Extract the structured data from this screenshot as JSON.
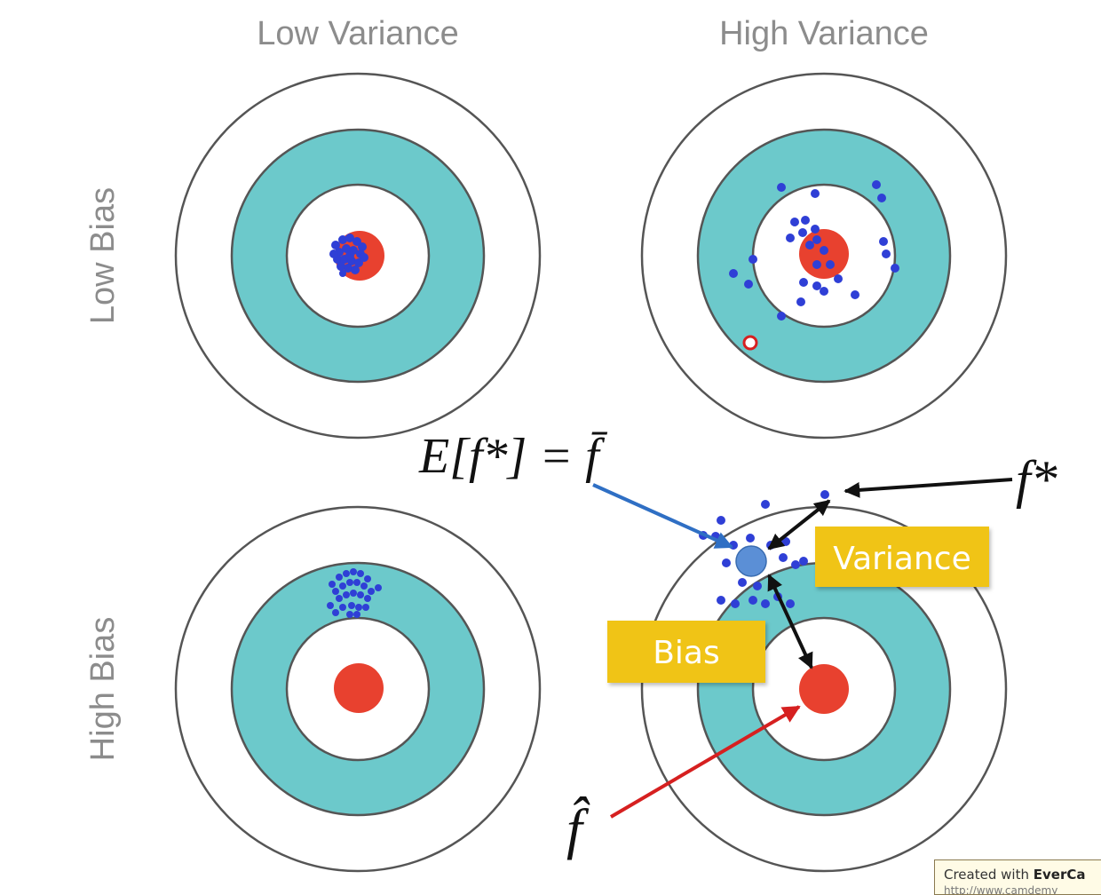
{
  "headers": {
    "columns": [
      "Low Variance",
      "High Variance"
    ],
    "rows": [
      "Low Bias",
      "High Bias"
    ]
  },
  "annotations": {
    "expectation_formula": "E[f*] = f̄",
    "f_star_label": "f*",
    "f_hat_label": "f̂",
    "variance_label": "Variance",
    "bias_label": "Bias"
  },
  "targets": [
    {
      "id": "low-bias-low-variance",
      "row": "Low Bias",
      "column": "Low Variance"
    },
    {
      "id": "low-bias-high-variance",
      "row": "Low Bias",
      "column": "High Variance"
    },
    {
      "id": "high-bias-low-variance",
      "row": "High Bias",
      "column": "Low Variance"
    },
    {
      "id": "high-bias-high-variance",
      "row": "High Bias",
      "column": "High Variance"
    }
  ],
  "watermark": {
    "prefix": "Created with",
    "brand": "EverCa",
    "url": "http://www.camdemy"
  },
  "colors": {
    "ring_fill": "#6cc9cb",
    "bullseye": "#e8412f",
    "dot": "#2f3fd6",
    "mean_dot": "#5b8fd6",
    "label_box": "#f0c419",
    "blue_arrow": "#2f6fc4",
    "red_arrow": "#d62020",
    "black_arrow": "#111111",
    "header_text": "#8c8c8c"
  }
}
